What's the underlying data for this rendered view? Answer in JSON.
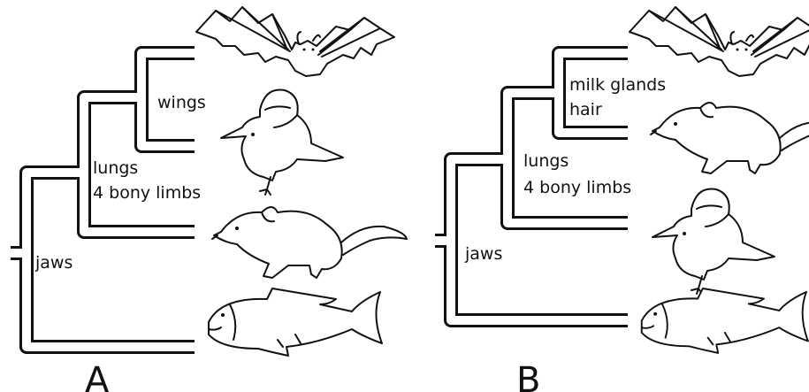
{
  "panels": [
    {
      "id": "A",
      "label": "A",
      "traits": {
        "innermost": [
          "wings"
        ],
        "middle": [
          "lungs",
          "4 bony limbs"
        ],
        "outer": [
          "jaws"
        ]
      },
      "taxa_top_to_bottom": [
        "bat",
        "bird",
        "rodent",
        "fish"
      ]
    },
    {
      "id": "B",
      "label": "B",
      "traits": {
        "innermost": [
          "milk glands",
          "hair"
        ],
        "middle": [
          "lungs",
          "4 bony limbs"
        ],
        "outer": [
          "jaws"
        ]
      },
      "taxa_top_to_bottom": [
        "bat",
        "rodent",
        "bird",
        "fish"
      ]
    }
  ]
}
